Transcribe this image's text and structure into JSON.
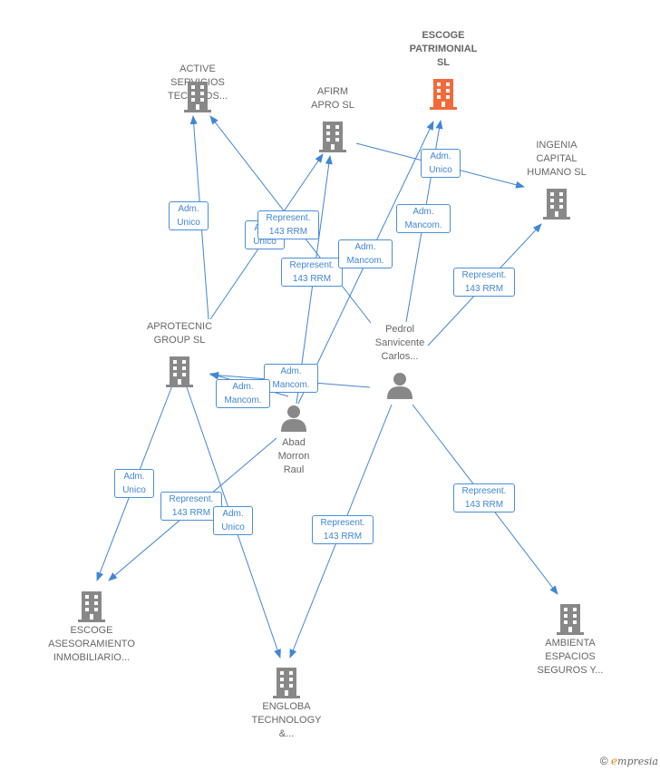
{
  "colors": {
    "edge": "#3f86d5",
    "company": "#888888",
    "highlight": "#f26a3a",
    "person": "#888888",
    "label": "#666666"
  },
  "nodes": {
    "active": {
      "label": "ACTIVE\nSERVICIOS\nTECNICOS...",
      "kind": "company",
      "icon": "building-icon"
    },
    "afirm": {
      "label": "AFIRM\nAPRO  SL",
      "kind": "company",
      "icon": "building-icon"
    },
    "escoge_patrimonial": {
      "label": "ESCOGE\nPATRIMONIAL\nSL",
      "kind": "company-highlight",
      "icon": "building-icon"
    },
    "ingenia": {
      "label": "INGENIA\nCAPITAL\nHUMANO  SL",
      "kind": "company",
      "icon": "building-icon"
    },
    "aprotecnic": {
      "label": "APROTECNIC\nGROUP  SL",
      "kind": "company",
      "icon": "building-icon"
    },
    "pedrol": {
      "label": "Pedrol\nSanvicente\nCarlos...",
      "kind": "person",
      "icon": "person-icon"
    },
    "abad": {
      "label": "Abad\nMorron\nRaul",
      "kind": "person",
      "icon": "person-icon"
    },
    "escoge_asesoramiento": {
      "label": "ESCOGE\nASESORAMIENTO\nINMOBILIARIO...",
      "kind": "company",
      "icon": "building-icon"
    },
    "ambienta": {
      "label": "AMBIENTA\nESPACIOS\nSEGUROS Y...",
      "kind": "company",
      "icon": "building-icon"
    },
    "engloba": {
      "label": "ENGLOBA\nTECHNOLOGY\n&...",
      "kind": "company",
      "icon": "building-icon"
    }
  },
  "edge_labels": [
    {
      "id": "apro-active",
      "text": "Adm.\nUnico"
    },
    {
      "id": "apro-afirm",
      "text": "Adm.\nUnico"
    },
    {
      "id": "pedrol-active",
      "text": "Represent.\n143 RRM"
    },
    {
      "id": "abad-afirm",
      "text": "Represent.\n143 RRM"
    },
    {
      "id": "abad-escoge",
      "text": "Adm.\nMancom."
    },
    {
      "id": "afirm-ingenia",
      "text": "Adm.\nUnico"
    },
    {
      "id": "pedrol-escoge",
      "text": "Adm.\nMancom."
    },
    {
      "id": "pedrol-ingenia",
      "text": "Represent.\n143 RRM"
    },
    {
      "id": "abad-apro",
      "text": "Adm.\nMancom."
    },
    {
      "id": "pedrol-apro",
      "text": "Adm.\nMancom."
    },
    {
      "id": "apro-escogeas",
      "text": "Adm.\nUnico"
    },
    {
      "id": "abad-escogeas",
      "text": "Represent.\n143 RRM"
    },
    {
      "id": "apro-engloba",
      "text": "Adm.\nUnico"
    },
    {
      "id": "pedrol-engloba",
      "text": "Represent.\n143 RRM"
    },
    {
      "id": "pedrol-ambienta",
      "text": "Represent.\n143 RRM"
    }
  ],
  "footer": {
    "copyright": "©",
    "brand_initial": "e",
    "brand_rest": "mpresia"
  }
}
